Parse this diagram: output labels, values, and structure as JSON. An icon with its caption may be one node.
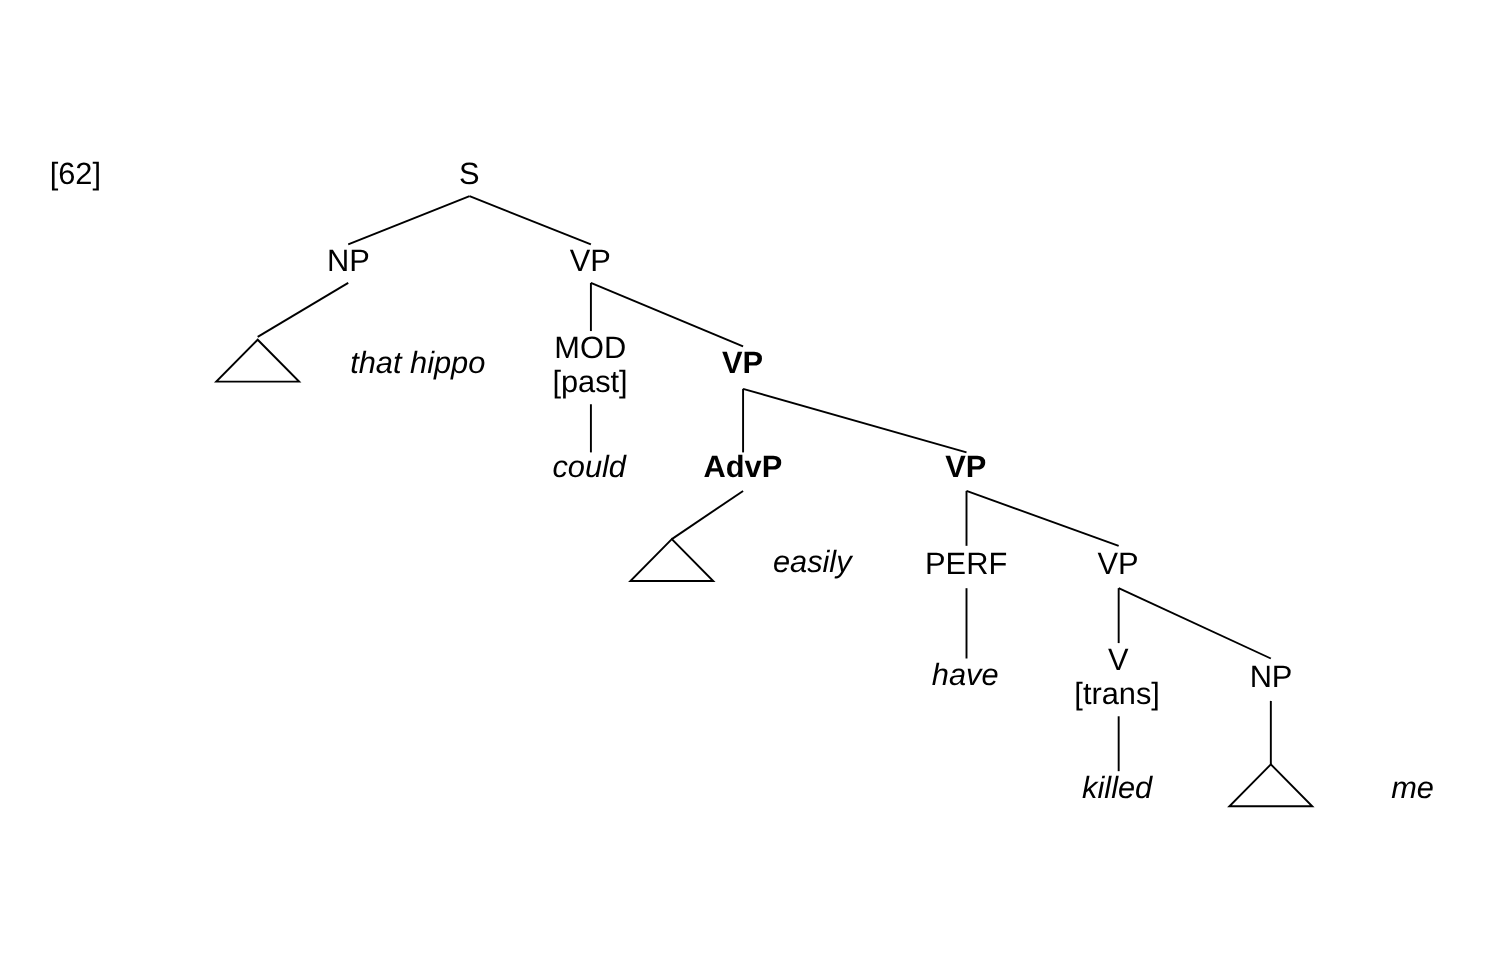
{
  "diagram": {
    "nodes": [
      {
        "text": [
          "S"
        ]
      },
      {
        "text": [
          "NP"
        ]
      },
      {
        "text": [
          "VP"
        ]
      },
      {
        "text": [],
        "shape": "triangle",
        "beside": [
          "that hippo"
        ]
      },
      {
        "text": [
          "MOD",
          "[past]"
        ]
      },
      {
        "text": [
          "VP"
        ]
      },
      {
        "text": [
          "could"
        ]
      },
      {
        "text": [
          "AdvP"
        ]
      },
      {
        "text": [
          "VP"
        ]
      },
      {
        "text": [],
        "shape": "triangle",
        "beside": [
          "easily"
        ]
      },
      {
        "text": [
          "PERF"
        ]
      },
      {
        "text": [
          "VP"
        ]
      },
      {
        "text": [
          "have"
        ]
      },
      {
        "text": [
          "V",
          "[trans]"
        ]
      },
      {
        "text": [
          "NP"
        ]
      },
      {
        "text": [
          "killed"
        ]
      },
      {
        "text": [],
        "shape": "triangle",
        "beside": [
          "me"
        ]
      }
    ],
    "edges": [
      {
        "from": 0,
        "to": 1,
        "arrow": "none"
      },
      {
        "from": 0,
        "to": 2,
        "arrow": "none"
      },
      {
        "from": 1,
        "to": 3,
        "arrow": "none"
      },
      {
        "from": 2,
        "to": 4,
        "arrow": "none"
      },
      {
        "from": 2,
        "to": 5,
        "arrow": "none"
      },
      {
        "from": 4,
        "to": 6,
        "arrow": "none"
      },
      {
        "from": 5,
        "to": 7,
        "arrow": "none"
      },
      {
        "from": 5,
        "to": 8,
        "arrow": "none"
      },
      {
        "from": 7,
        "to": 9,
        "arrow": "none"
      },
      {
        "from": 8,
        "to": 10,
        "arrow": "none"
      },
      {
        "from": 8,
        "to": 11,
        "arrow": "none"
      },
      {
        "from": 10,
        "to": 12,
        "arrow": "none"
      },
      {
        "from": 11,
        "to": 13,
        "arrow": "none"
      },
      {
        "from": 11,
        "to": 14,
        "arrow": "none"
      },
      {
        "from": 13,
        "to": 15,
        "arrow": "none"
      },
      {
        "from": 14,
        "to": 16,
        "arrow": "none"
      }
    ],
    "labels": [
      "[62]"
    ]
  }
}
